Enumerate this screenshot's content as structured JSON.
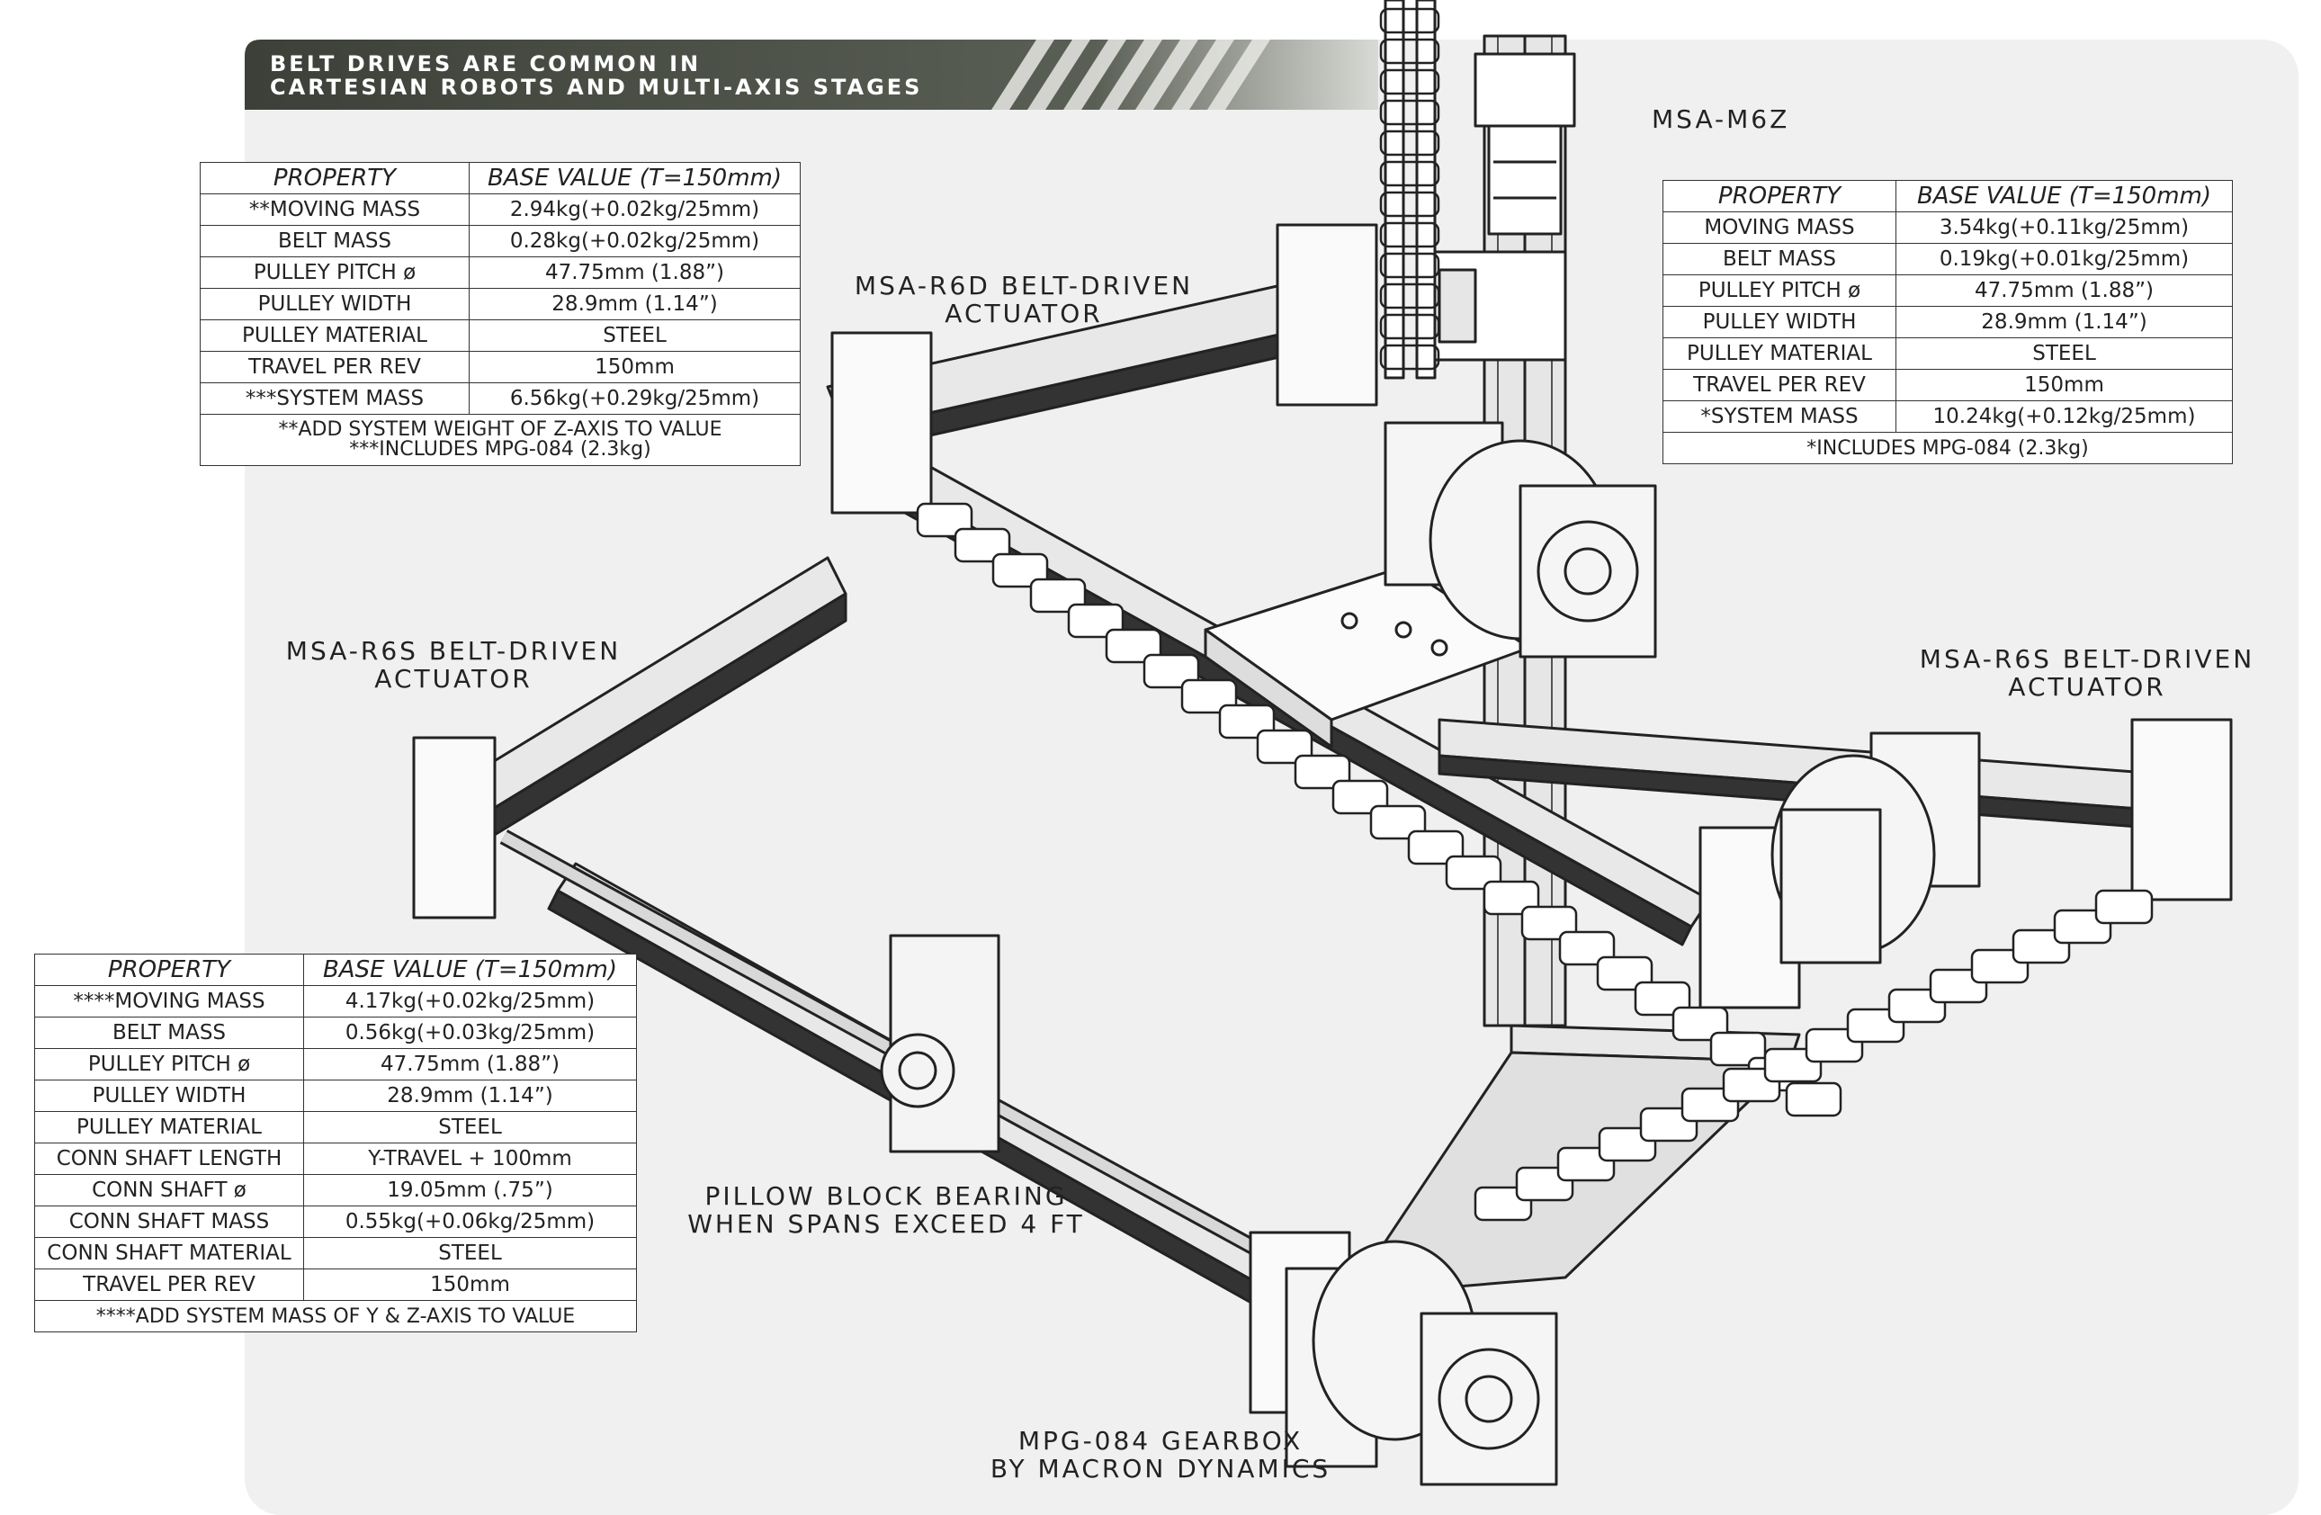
{
  "banner": {
    "line1": "BELT DRIVES ARE COMMON IN",
    "line2": "CARTESIAN ROBOTS AND MULTI-AXIS STAGES"
  },
  "callouts": {
    "msa_m6z": "MSA-M6Z",
    "r6d_line1": "MSA-R6D BELT-DRIVEN",
    "r6d_line2": "ACTUATOR",
    "r6s_left_line1": "MSA-R6S BELT-DRIVEN",
    "r6s_left_line2": "ACTUATOR",
    "r6s_right_line1": "MSA-R6S BELT-DRIVEN",
    "r6s_right_line2": "ACTUATOR",
    "pillow_line1": "PILLOW BLOCK BEARING",
    "pillow_line2": "WHEN SPANS EXCEED 4 FT",
    "gearbox_line1": "MPG-084 GEARBOX",
    "gearbox_line2": "BY MACRON DYNAMICS"
  },
  "table_r6d": {
    "header": [
      "PROPERTY",
      "BASE VALUE (T=150mm)"
    ],
    "rows": [
      [
        "**MOVING MASS",
        "2.94kg(+0.02kg/25mm)"
      ],
      [
        "BELT MASS",
        "0.28kg(+0.02kg/25mm)"
      ],
      [
        "PULLEY PITCH ø",
        "47.75mm (1.88”)"
      ],
      [
        "PULLEY WIDTH",
        "28.9mm (1.14”)"
      ],
      [
        "PULLEY MATERIAL",
        "STEEL"
      ],
      [
        "TRAVEL PER REV",
        "150mm"
      ],
      [
        "***SYSTEM MASS",
        "6.56kg(+0.29kg/25mm)"
      ]
    ],
    "note1": "**ADD SYSTEM WEIGHT OF Z-AXIS TO VALUE",
    "note2": "***INCLUDES MPG-084 (2.3kg)"
  },
  "table_m6z": {
    "header": [
      "PROPERTY",
      "BASE VALUE (T=150mm)"
    ],
    "rows": [
      [
        "MOVING MASS",
        "3.54kg(+0.11kg/25mm)"
      ],
      [
        "BELT MASS",
        "0.19kg(+0.01kg/25mm)"
      ],
      [
        "PULLEY PITCH ø",
        "47.75mm (1.88”)"
      ],
      [
        "PULLEY WIDTH",
        "28.9mm (1.14”)"
      ],
      [
        "PULLEY MATERIAL",
        "STEEL"
      ],
      [
        "TRAVEL PER REV",
        "150mm"
      ],
      [
        "*SYSTEM MASS",
        "10.24kg(+0.12kg/25mm)"
      ]
    ],
    "note1": "*INCLUDES MPG-084 (2.3kg)"
  },
  "table_r6s": {
    "header": [
      "PROPERTY",
      "BASE VALUE (T=150mm)"
    ],
    "rows": [
      [
        "****MOVING MASS",
        "4.17kg(+0.02kg/25mm)"
      ],
      [
        "BELT MASS",
        "0.56kg(+0.03kg/25mm)"
      ],
      [
        "PULLEY PITCH ø",
        "47.75mm (1.88”)"
      ],
      [
        "PULLEY WIDTH",
        "28.9mm (1.14”)"
      ],
      [
        "PULLEY MATERIAL",
        "STEEL"
      ],
      [
        "CONN SHAFT LENGTH",
        "Y-TRAVEL + 100mm"
      ],
      [
        "CONN SHAFT ø",
        "19.05mm (.75”)"
      ],
      [
        "CONN SHAFT MASS",
        "0.55kg(+0.06kg/25mm)"
      ],
      [
        "CONN SHAFT MATERIAL",
        "STEEL"
      ],
      [
        "TRAVEL PER REV",
        "150mm"
      ]
    ],
    "note1": "****ADD SYSTEM MASS OF Y & Z-AXIS TO VALUE"
  }
}
